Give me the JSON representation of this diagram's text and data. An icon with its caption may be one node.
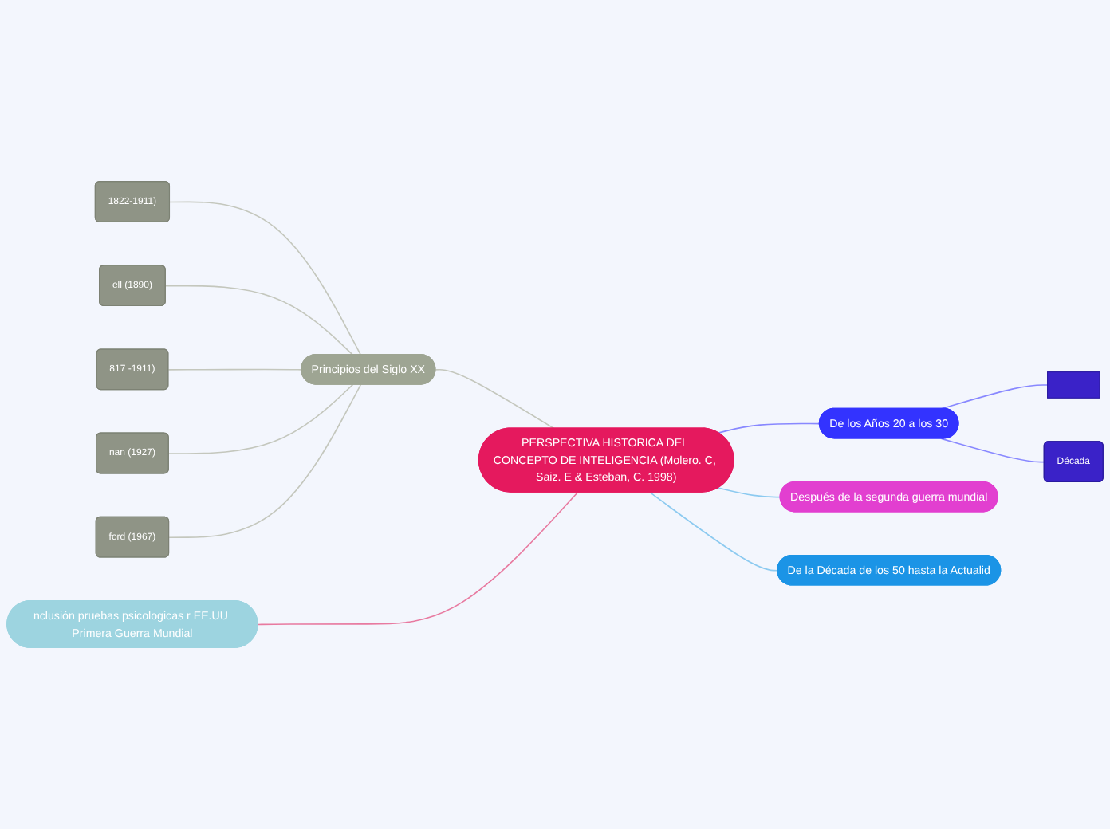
{
  "diagram": {
    "nodes": [
      {
        "text": [
          "PERSPECTIVA HISTORICA DEL CONCEPTO DE INTELIGENCIA (Molero. C, Saiz. E & Esteban, C. 1998)"
        ]
      },
      {
        "text": [
          "Principios del Siglo XX"
        ]
      },
      {
        "text": [
          "1822-1911)"
        ]
      },
      {
        "text": [
          "ell (1890)"
        ]
      },
      {
        "text": [
          "817 -1911)"
        ]
      },
      {
        "text": [
          "nan (1927)"
        ]
      },
      {
        "text": [
          "ford (1967)"
        ]
      },
      {
        "text": [
          "nclusión pruebas psicologicas r EE.UU Primera Guerra Mundial"
        ]
      },
      {
        "text": [
          "De los Años 20 a los 30"
        ]
      },
      {
        "text": [],
        "shape": "box"
      },
      {
        "text": [
          "Década"
        ]
      },
      {
        "text": [
          "Después de la segunda guerra mundial"
        ]
      },
      {
        "text": [
          "De la Década de los 50 hasta la Actualid"
        ]
      }
    ],
    "edges": [
      {
        "from": 0,
        "to": 1,
        "arrow": "none",
        "color": "#c4c7bd"
      },
      {
        "from": 1,
        "to": 2,
        "arrow": "none",
        "color": "#c4c7bd"
      },
      {
        "from": 1,
        "to": 3,
        "arrow": "none",
        "color": "#c4c7bd"
      },
      {
        "from": 1,
        "to": 4,
        "arrow": "none",
        "color": "#c4c7bd"
      },
      {
        "from": 1,
        "to": 5,
        "arrow": "none",
        "color": "#c4c7bd"
      },
      {
        "from": 1,
        "to": 6,
        "arrow": "none",
        "color": "#c4c7bd"
      },
      {
        "from": 0,
        "to": 7,
        "arrow": "none",
        "color": "#e87aa0"
      },
      {
        "from": 0,
        "to": 8,
        "arrow": "none",
        "color": "#8888ff"
      },
      {
        "from": 8,
        "to": 9,
        "arrow": "none",
        "color": "#8888ff"
      },
      {
        "from": 8,
        "to": 10,
        "arrow": "none",
        "color": "#8888ff"
      },
      {
        "from": 0,
        "to": 11,
        "arrow": "none",
        "color": "#8ccaf0"
      },
      {
        "from": 0,
        "to": 12,
        "arrow": "none",
        "color": "#8ccaf0"
      }
    ]
  }
}
